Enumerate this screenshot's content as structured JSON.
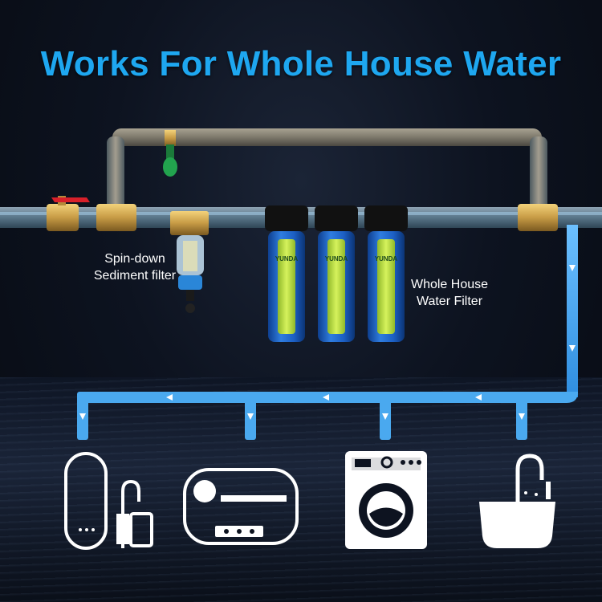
{
  "title": "Works For Whole House Water",
  "labels": {
    "sediment_line1": "Spin-down",
    "sediment_line2": "Sediment filter",
    "whole_line1": "Whole House",
    "whole_line2": "Water Filter"
  },
  "filters": [
    {
      "brand": "YUNDA"
    },
    {
      "brand": "YUNDA"
    },
    {
      "brand": "YUNDA"
    }
  ],
  "appliances": [
    {
      "icon": "water-purifier-icon"
    },
    {
      "icon": "water-heater-icon"
    },
    {
      "icon": "washing-machine-icon"
    },
    {
      "icon": "kitchen-sink-icon"
    }
  ],
  "colors": {
    "title": "#1ea7f0",
    "pipe_blue": "#4aa9ef",
    "filter_housing": "#1c5fc4",
    "cartridge": "#b9e33c",
    "brass": "#c79b45"
  }
}
